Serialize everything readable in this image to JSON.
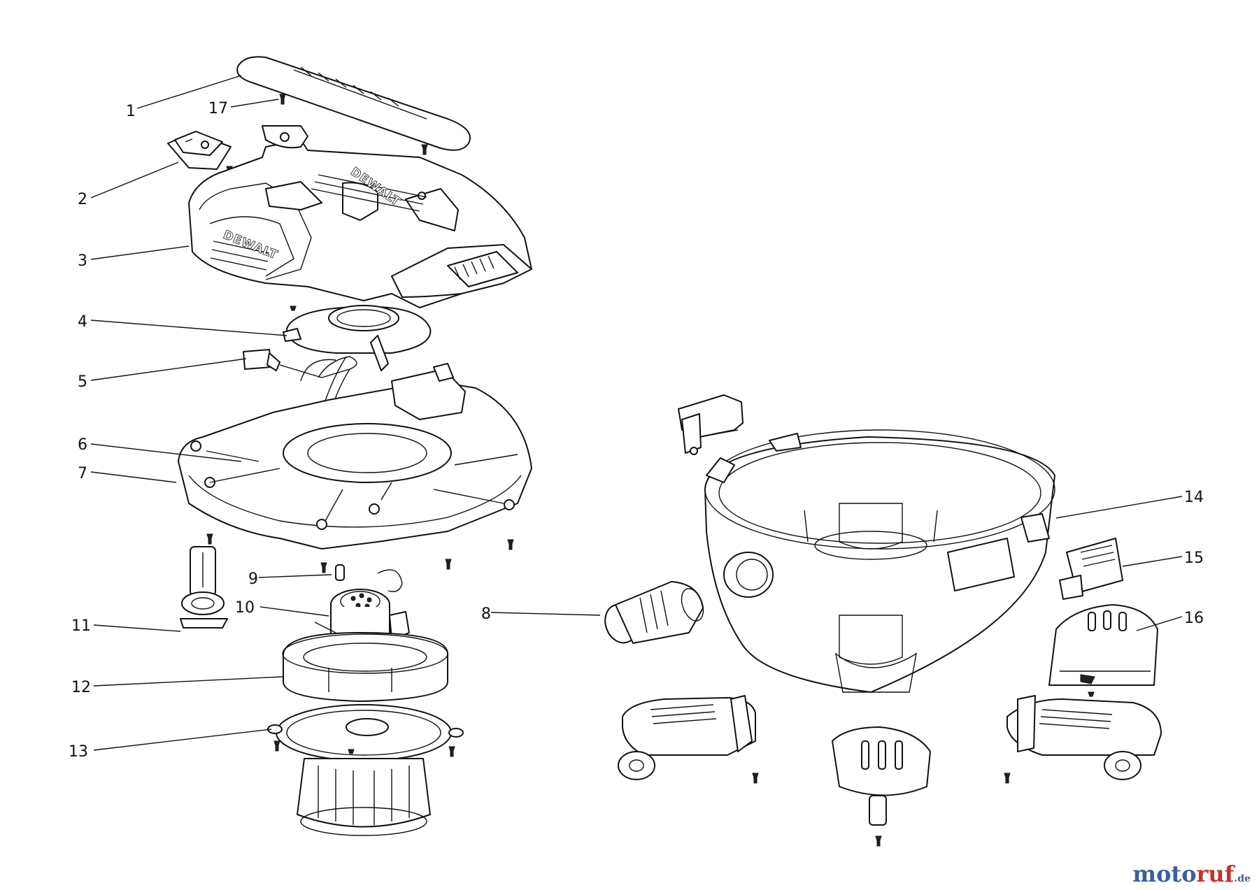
{
  "brand_label": "DEWALT",
  "callouts": [
    {
      "id": "1",
      "label": "1"
    },
    {
      "id": "2",
      "label": "2"
    },
    {
      "id": "3",
      "label": "3"
    },
    {
      "id": "4",
      "label": "4"
    },
    {
      "id": "5",
      "label": "5"
    },
    {
      "id": "6",
      "label": "6"
    },
    {
      "id": "7",
      "label": "7"
    },
    {
      "id": "8",
      "label": "8"
    },
    {
      "id": "9",
      "label": "9"
    },
    {
      "id": "10",
      "label": "10"
    },
    {
      "id": "11",
      "label": "11"
    },
    {
      "id": "12",
      "label": "12"
    },
    {
      "id": "13",
      "label": "13"
    },
    {
      "id": "14",
      "label": "14"
    },
    {
      "id": "15",
      "label": "15"
    },
    {
      "id": "16",
      "label": "16"
    },
    {
      "id": "17",
      "label": "17"
    }
  ],
  "watermark": {
    "part1": "moto",
    "part2": "ruf",
    "suffix": ".de"
  },
  "colors": {
    "line": "#111111",
    "watermark_blue": "#3a5f9f",
    "watermark_red": "#c8302c"
  }
}
